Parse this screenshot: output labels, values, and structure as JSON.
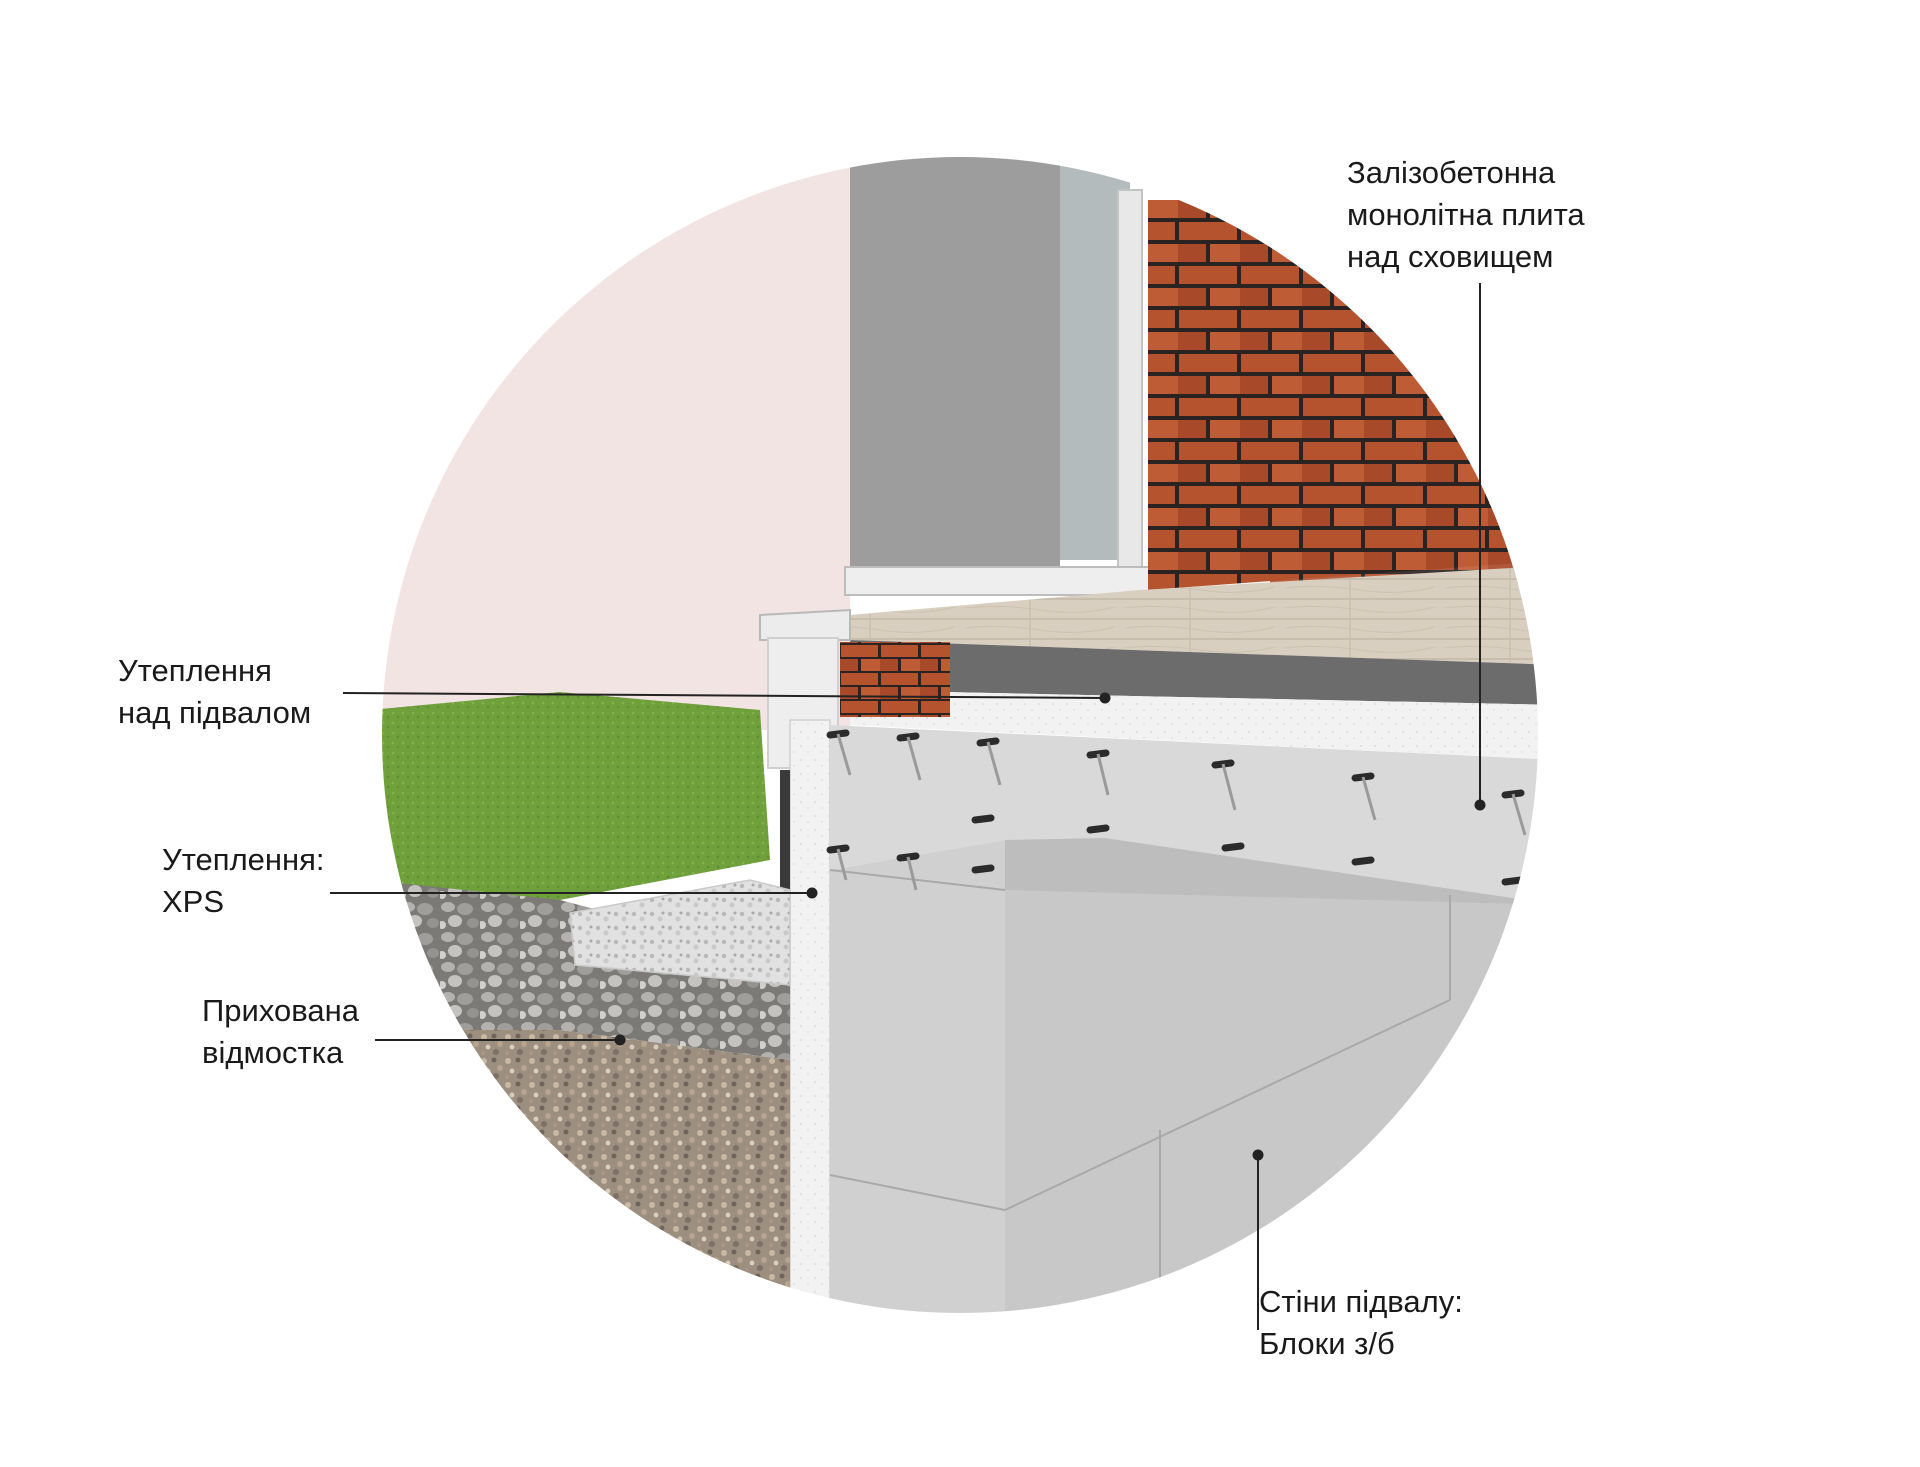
{
  "colors": {
    "background_wall": "#f1e4e2",
    "grass": "#6fa03c",
    "brick": "#b5532f",
    "mortar": "#2a2321",
    "concrete": "#d8d8d8",
    "insulation": "#f4f4f4",
    "gravel": "#8e8c88",
    "soil": "#a89a87",
    "floor_wood": "#d9cfc0",
    "leader_line": "#222222"
  },
  "labels": {
    "slab": {
      "lines": [
        "Залізобетонна",
        "монолітна плита",
        "над сховищем"
      ]
    },
    "insulation_basement": {
      "lines": [
        "Утеплення",
        "над підвалом"
      ]
    },
    "insulation_xps": {
      "lines": [
        "Утеплення:",
        "XPS"
      ]
    },
    "hidden_apron": {
      "lines": [
        "Прихована",
        "відмостка"
      ]
    },
    "basement_walls": {
      "lines": [
        "Стіни підвалу:",
        "Блоки з/б"
      ]
    }
  }
}
